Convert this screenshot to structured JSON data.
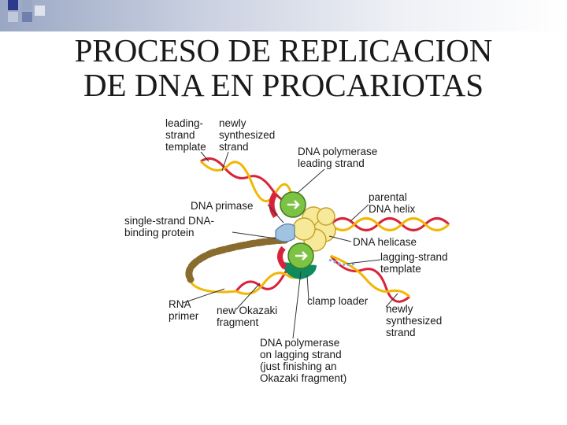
{
  "slide": {
    "title_line1": "PROCESO DE REPLICACION",
    "title_line2": "DE DNA EN PROCARIOTAS",
    "accent_colors": {
      "bar_dark": "#9aa7c4",
      "bar_light": "#eef0f5",
      "square_dark": "#2b3a8c"
    }
  },
  "diagram": {
    "labels": {
      "leading_template": [
        "leading-",
        "strand",
        "template"
      ],
      "newly_top": [
        "newly",
        "synthesized",
        "strand"
      ],
      "pol_leading": [
        "DNA polymerase",
        "leading strand"
      ],
      "primase": [
        "DNA primase"
      ],
      "parental": [
        "parental",
        "DNA helix"
      ],
      "ssb": [
        "single-strand DNA-",
        "binding protein"
      ],
      "helicase": [
        "DNA helicase"
      ],
      "lagging_template": [
        "lagging-strand",
        "template"
      ],
      "rna_primer": [
        "RNA",
        "primer"
      ],
      "okazaki": [
        "new Okazaki",
        "fragment"
      ],
      "clamp": [
        "clamp loader"
      ],
      "newly_bottom": [
        "newly",
        "synthesized",
        "strand"
      ],
      "pol_lagging": [
        "DNA polymerase",
        "on lagging strand",
        "(just finishing an",
        "Okazaki fragment)"
      ]
    },
    "colors": {
      "strand_red": "#d8243a",
      "strand_yellow": "#f2b705",
      "helicase": "#f6e99a",
      "polymerase": "#7cc243",
      "clamp": "#0f8a5f",
      "ssb": "#8a6b2e",
      "primase": "#9fc3e0",
      "okazaki": "#7ab7e0"
    }
  }
}
